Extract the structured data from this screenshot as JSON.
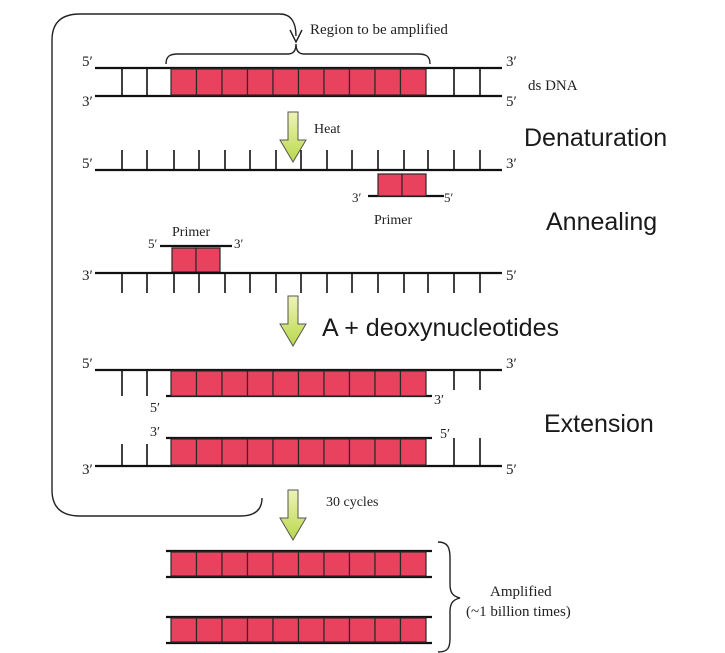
{
  "labels": {
    "region": "Region to be amplified",
    "ds_dna": "ds DNA",
    "heat": "Heat",
    "primer": "Primer",
    "deoxy": "A + deoxynucleotides",
    "cycles": "30 cycles",
    "amplified_1": "Amplified",
    "amplified_2": "(~1 billion times)"
  },
  "steps": {
    "denaturation": "Denaturation",
    "annealing": "Annealing",
    "extension": "Extension"
  },
  "ends": {
    "five": "5′",
    "three": "3′"
  },
  "colors": {
    "amplified_region": "#e8425f",
    "arrow": "#cde06b",
    "strand": "#111111"
  }
}
